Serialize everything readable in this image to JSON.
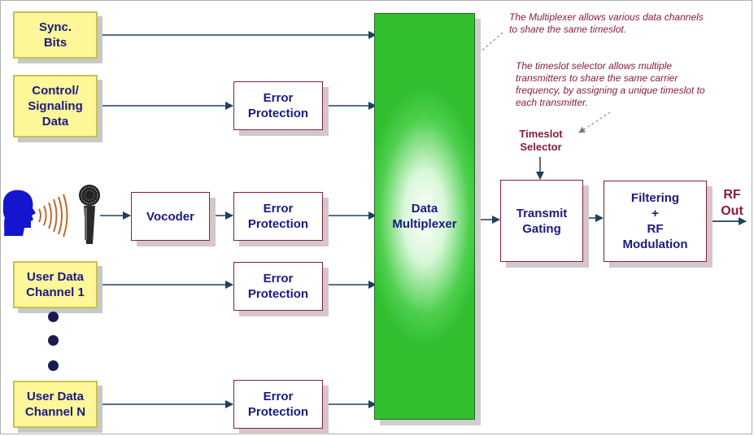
{
  "inputs": {
    "sync_bits": "Sync.\nBits",
    "control_signaling": "Control/\nSignaling\nData",
    "user_data_1": "User Data\nChannel 1",
    "user_data_n": "User Data\nChannel N"
  },
  "blocks": {
    "error_protection_1": "Error\nProtection",
    "error_protection_2": "Error\nProtection",
    "error_protection_3": "Error\nProtection",
    "error_protection_4": "Error\nProtection",
    "vocoder": "Vocoder",
    "multiplexer": "Data\nMultiplexer",
    "transmit_gating": "Transmit\nGating",
    "filtering": "Filtering\n+\nRF\nModulation"
  },
  "labels": {
    "timeslot_selector": "Timeslot\nSelector",
    "rf_out": "RF\nOut"
  },
  "notes": {
    "multiplexer_note": "The Multiplexer allows various data channels\nto share the same timeslot.",
    "timeslot_note": "The timeslot selector allows multiple\ntransmitters to share the same carrier\nfrequency, by assigning a unique timeslot to\neach transmitter."
  },
  "icons": [
    "speaking-head-icon",
    "sound-waves-icon",
    "microphone-icon"
  ],
  "colors": {
    "input_fill": "#fdf79a",
    "box_text": "#1a1a80",
    "note_text": "#8a1c3c",
    "arrow": "#1f4060",
    "multiplexer": "#2fbf2f"
  }
}
